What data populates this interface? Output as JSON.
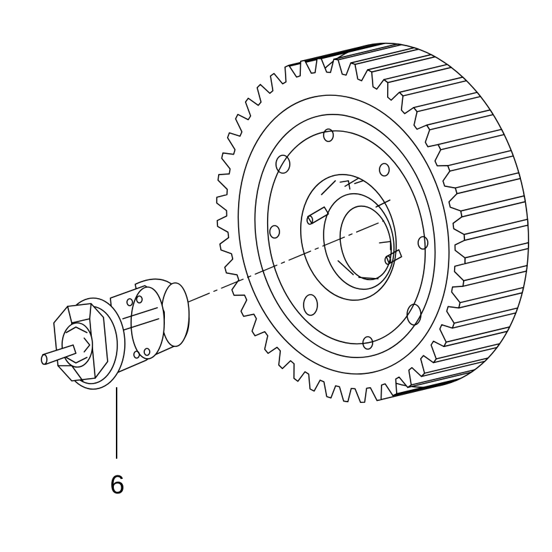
{
  "figure": {
    "parts": [
      {
        "name": "camshaft-sprocket",
        "icon": "toothed-sprocket"
      },
      {
        "name": "control-valve",
        "icon": "hex-bolt-valve"
      }
    ],
    "callouts": [
      {
        "label": "6",
        "part": "control-valve"
      }
    ],
    "colors": {
      "line": "#000000",
      "background": "#ffffff"
    }
  }
}
